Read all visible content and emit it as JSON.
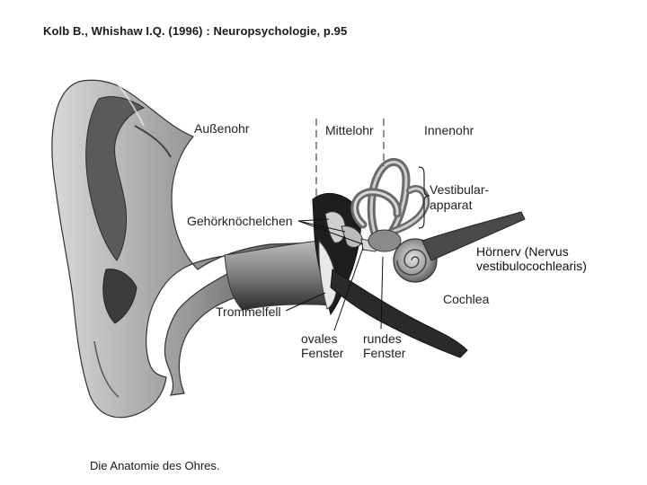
{
  "header": {
    "citation": "Kolb B., Whishaw I.Q. (1996) : Neuropsychologie, p.95"
  },
  "caption": "Die Anatomie des Ohres.",
  "regions": {
    "outer": "Außenohr",
    "middle": "Mittelohr",
    "inner": "Innenohr"
  },
  "labels": {
    "ossicles": "Gehörknöchelchen",
    "vestibular_line1": "Vestibular-",
    "vestibular_line2": "apparat",
    "nerve_line1": "Hörnerv (Nervus",
    "nerve_line2": "vestibulocochlearis)",
    "cochlea": "Cochlea",
    "eardrum": "Trommelfell",
    "oval_line1": "ovales",
    "oval_line2": "Fenster",
    "round_line1": "rundes",
    "round_line2": "Fenster"
  }
}
